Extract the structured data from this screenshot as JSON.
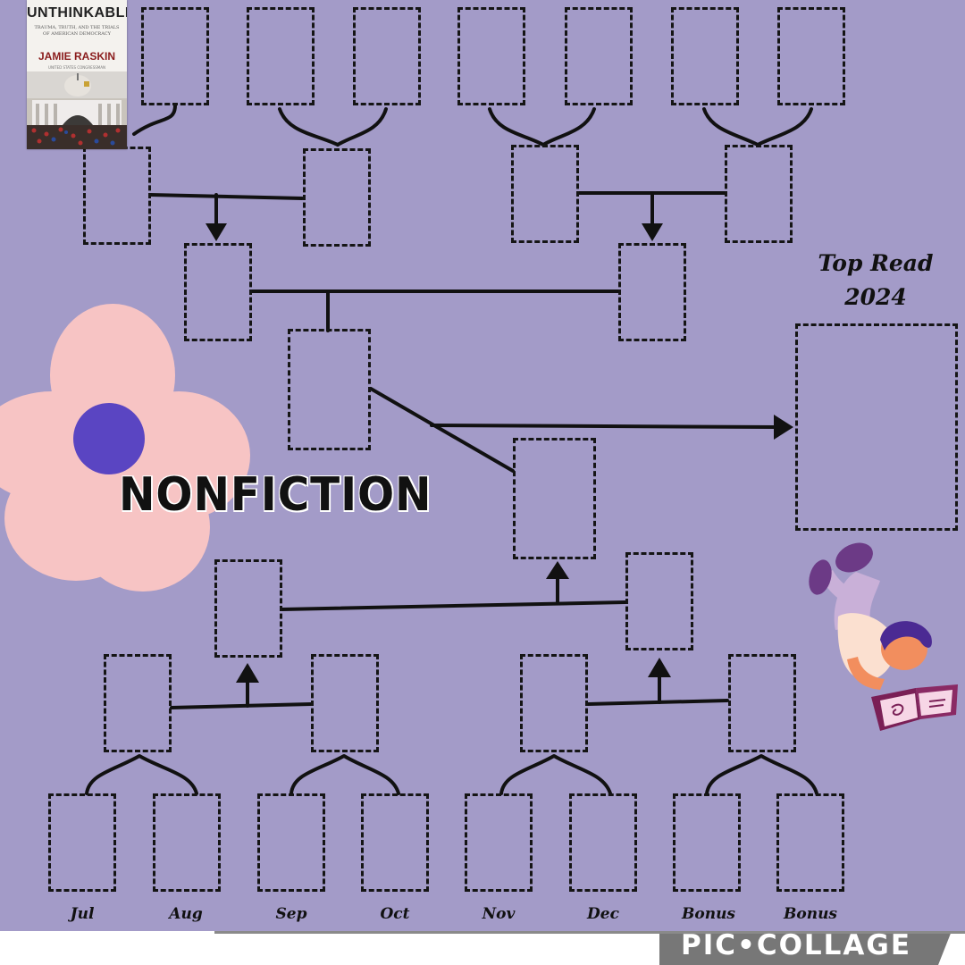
{
  "colors": {
    "background": "#a39bc8",
    "slot_border": "#151515",
    "flower_petal": "#f7c4c4",
    "flower_center": "#5a45c2",
    "watermark_bar": "#777777"
  },
  "labels": {
    "category": "NONFICTION",
    "top_read_line1": "Top Read",
    "top_read_line2": "2024"
  },
  "months": [
    "Jul",
    "Aug",
    "Sep",
    "Oct",
    "Nov",
    "Dec",
    "Bonus",
    "Bonus"
  ],
  "book": {
    "title": "UNTHINKABLE",
    "subtitle": "TRAUMA, TRUTH, AND THE TRIALS OF AMERICAN DEMOCRACY",
    "author": "JAMIE RASKIN",
    "note": "UNITED STATES CONGRESSMAN"
  },
  "watermark": "PIC•COLLAGE",
  "icons": {
    "flower": "flower-icon",
    "reader": "reader-illustration-icon",
    "arrow": "arrow-icon"
  }
}
